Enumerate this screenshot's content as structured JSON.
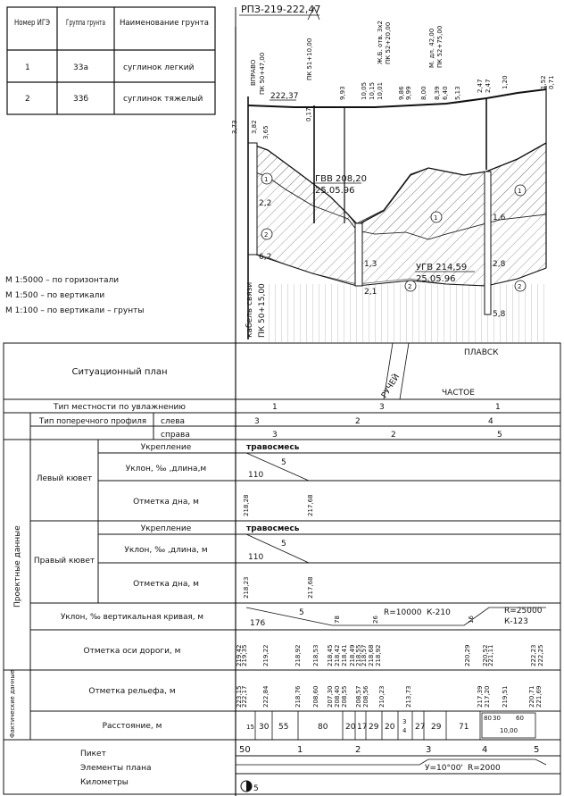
{
  "title_code": "РПЗ-219-222,47",
  "ige_table": {
    "headers": [
      "Номер ИГЭ",
      "Группа грунта",
      "Наименование грунта"
    ],
    "rows": [
      [
        "1",
        "33а",
        "суглинок легкий"
      ],
      [
        "2",
        "33б",
        "суглинок тяжелый"
      ]
    ]
  },
  "scales": [
    "М 1:5000 – по горизонтали",
    "М 1:500 – по вертикали",
    "М 1:100 – по вертикали – грунты"
  ],
  "top_labels": {
    "vpravo": "ВПРАВО",
    "pk_start": "ПК 50+47,00",
    "pk_51": "ПК 51+10,00",
    "zhb_pipe": "Ж.Б. отв. 3х2",
    "pk_52_20": "ПК 52+20,00",
    "m_dl": "М. дл. 42,00",
    "pk_52_75": "ПК 52+75,00",
    "cable": "кабель связи",
    "pk_50_15": "ПК 50+15,00"
  },
  "profile": {
    "elev_222": "222,37",
    "top_values": [
      "0,17",
      "9,93",
      "10,05",
      "10,15",
      "10,01",
      "9,86",
      "9,99",
      "8,00",
      "8,39",
      "6,40",
      "5,13",
      "2,47",
      "2,47",
      "1,20",
      "1,52",
      "0,71"
    ],
    "left_values": [
      "3,73",
      "3,82",
      "3,65"
    ],
    "depths": [
      "2,2",
      "6,2",
      "1,3",
      "2,1",
      "1,6",
      "2,8",
      "5,8"
    ],
    "soil_markers": [
      "1",
      "2"
    ],
    "gvv": "ГВВ 208,20",
    "gvv_date": "25.05.96",
    "ugv": "УГВ 214,59",
    "ugv_date": "25.05.96"
  },
  "plan": {
    "plavsk": "ПЛАВСК",
    "ruchey": "РУЧЕЙ",
    "chastoe": "ЧАСТОЕ"
  },
  "rows": {
    "situation": "Ситуационный план",
    "terrain": "Тип местности по увлажнению",
    "cross_profile": "Тип поперечного профиля",
    "left": "слева",
    "right": "справа",
    "project_data": "Проектные данные",
    "left_ditch": "Левый кювет",
    "right_ditch": "Правый кювет",
    "reinforcement": "Укрепление",
    "slope_len": "Уклон, ‰ ,длина,м",
    "slope_len_r": "Уклон, ‰ ,длина, м",
    "bottom_mark": "Отметка дна, м",
    "slope_vert": "Уклон, ‰ вертикальная кривая, м",
    "axis_mark": "Отметка оси дороги, м",
    "actual_data": "Фактические данные",
    "relief_mark": "Отметка рельефа, м",
    "distance": "Расстояние, м",
    "picket": "Пикет",
    "plan_elements": "Элементы плана",
    "kilometers": "Километры"
  },
  "values": {
    "terrain": [
      "1",
      "3",
      "1"
    ],
    "profile_left": [
      "3",
      "2",
      "4"
    ],
    "profile_right": [
      "3",
      "2",
      "5"
    ],
    "grass": "травосмесь",
    "ditch_slope": [
      "5",
      "110"
    ],
    "left_bottom": [
      "218,28",
      "217,68"
    ],
    "right_bottom": [
      "218,23",
      "217,68"
    ],
    "vert": [
      "176",
      "5",
      "78",
      "26",
      "R=10000",
      "К-210",
      "16",
      "R=25000",
      "К-123"
    ],
    "axis": [
      "219,42",
      "219,35",
      "219,22",
      "218,92",
      "218,53",
      "218,45",
      "218,42",
      "218,41",
      "218,49",
      "218,55",
      "218,57",
      "218,68",
      "218,92",
      "220,29",
      "220,52",
      "221,11",
      "222,23",
      "222,25"
    ],
    "relief": [
      "223,15",
      "222,17",
      "222,84",
      "218,76",
      "208,60",
      "207,30",
      "208,40",
      "208,55",
      "208,57",
      "208,56",
      "210,23",
      "213,73",
      "217,39",
      "217,20",
      "219,51",
      "220,71",
      "221,69"
    ],
    "distances": [
      "15",
      "30",
      "55",
      "80",
      "20",
      "17",
      "29",
      "20",
      "3",
      "4",
      "27",
      "29",
      "71",
      "80",
      "30",
      "60",
      "10,00"
    ],
    "pickets": [
      "50",
      "1",
      "2",
      "3",
      "4",
      "5"
    ],
    "plan_y": "У=10°00'",
    "plan_r": "R=2000",
    "km": "5"
  }
}
